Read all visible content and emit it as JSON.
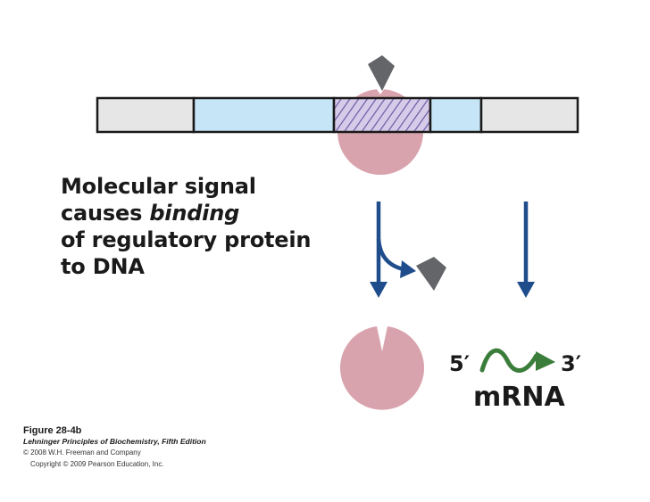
{
  "caption": {
    "line1": "Molecular signal",
    "line2_prefix": "causes ",
    "line2_emphasis": "binding",
    "line3": "of regulatory protein",
    "line4": "to DNA"
  },
  "mrna": {
    "five_prime": "5′",
    "three_prime": "3′",
    "label": "mRNA"
  },
  "footer": {
    "figure": "Figure 28-4b",
    "book": "Lehninger Principles of Biochemistry, Fifth Edition",
    "publisher": "© 2008 W.H. Freeman and Company",
    "copyright": "Copyright © 2009 Pearson Education, Inc."
  },
  "colors": {
    "protein": "#d9a3ae",
    "signal": "#646569",
    "dna_gray": "#e6e6e6",
    "dna_blue": "#c6e6f7",
    "hatch": "#6a5ba6",
    "arrow": "#1f4d8c",
    "mrna_wave": "#3b7d3a"
  }
}
